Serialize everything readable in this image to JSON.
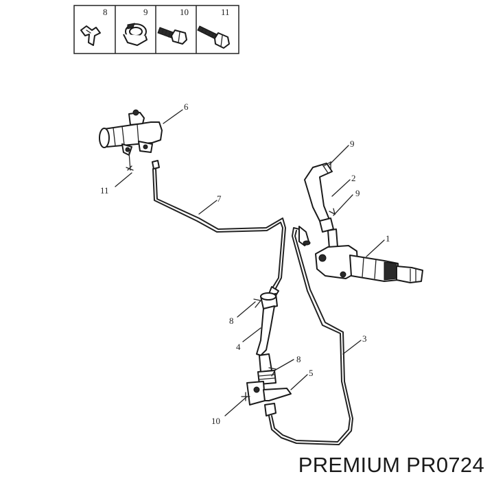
{
  "legend_box": {
    "cells": [
      {
        "label": "8",
        "icon": "retaining-clip-icon"
      },
      {
        "label": "9",
        "icon": "hose-clamp-icon"
      },
      {
        "label": "10",
        "icon": "short-bolt-icon"
      },
      {
        "label": "11",
        "icon": "long-bolt-icon"
      }
    ]
  },
  "callouts": {
    "c6": "6",
    "c11": "11",
    "c7": "7",
    "c9a": "9",
    "c2": "2",
    "c9b": "9",
    "c1": "1",
    "c8a": "8",
    "c4": "4",
    "c3": "3",
    "c8b": "8",
    "c5": "5",
    "c10": "10"
  },
  "caption": "PREMIUM PR0724"
}
